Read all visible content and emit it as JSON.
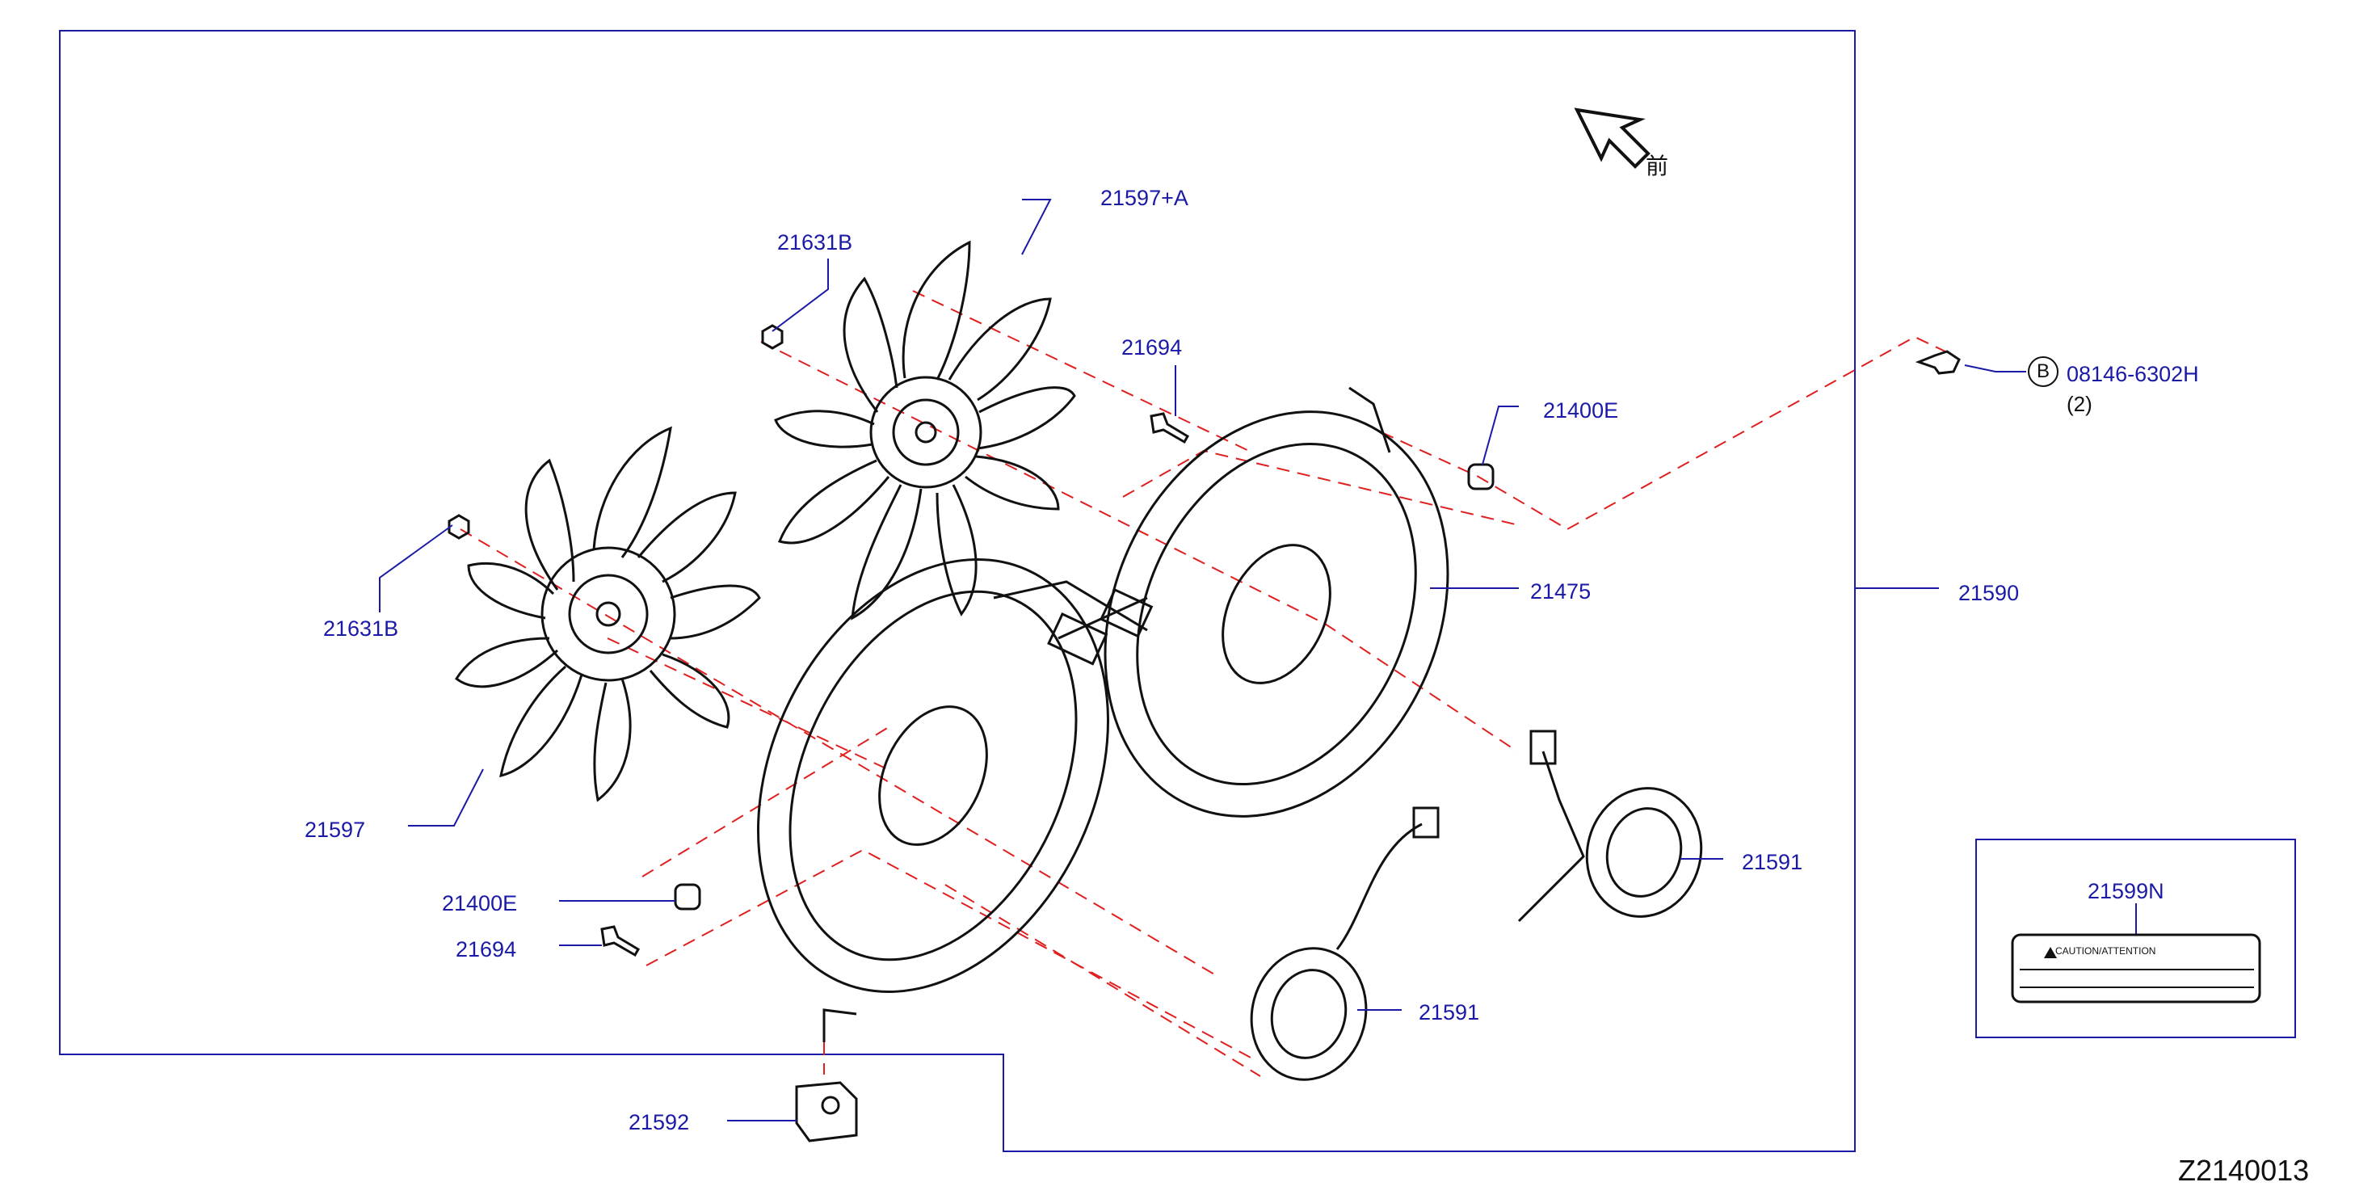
{
  "labels": {
    "p21631B_top": "21631B",
    "p21597A": "21597+A",
    "p21694_top": "21694",
    "p21400E_top": "21400E",
    "p08146": "08146-6302H",
    "p08146_qty": "(2)",
    "p08146_ref": "B",
    "p21475": "21475",
    "p21590": "21590",
    "p21631B_left": "21631B",
    "p21597": "21597",
    "p21400E_low": "21400E",
    "p21694_low": "21694",
    "p21591_right": "21591",
    "p21591_low": "21591",
    "p21592": "21592",
    "p21599N": "21599N",
    "caution": "CAUTION/ATTENTION",
    "front": "前",
    "drawing_number": "Z2140013"
  },
  "colors": {
    "line": "#111111",
    "leader": "#1a1aa6",
    "dash": "#e01f1f",
    "label": "#1a1aa6"
  }
}
